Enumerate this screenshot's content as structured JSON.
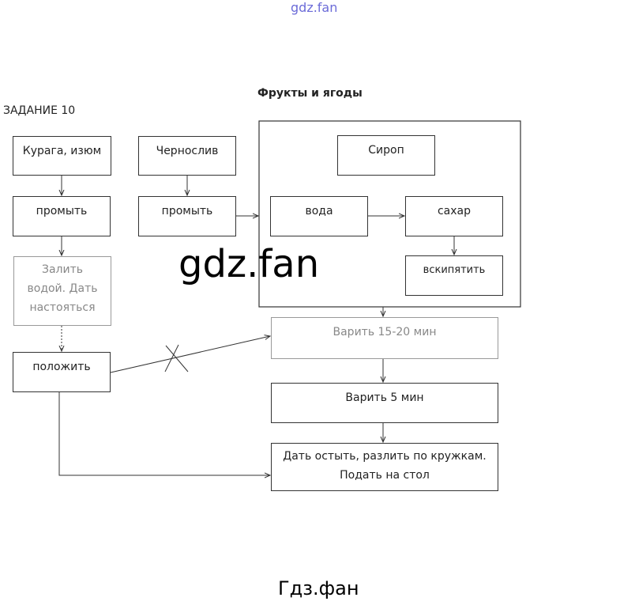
{
  "watermark_top": "gdz.fan",
  "watermark_center": "gdz.fan",
  "footer": "Гдз.фан",
  "task_label": "ЗАДАНИЕ 10",
  "title": "Фрукты и ягоды",
  "boxes": {
    "kuraga": "Курага, изюм",
    "chernosliv": "Чернослив",
    "promyt1": "промыть",
    "promyt2": "промыть",
    "zalit": "Залить водой. Дать настояться",
    "polozhit": "положить",
    "sirop": "Сироп",
    "voda": "вода",
    "sahar": "сахар",
    "vskipyatit": "вскипятить",
    "varit15": "Варить 15-20 мин",
    "varit5": "Варить 5 мин",
    "final": "Дать остыть, разлить по кружкам. Подать на стол"
  },
  "colors": {
    "watermark_top": "#6b6bd8",
    "line": "#333333"
  }
}
